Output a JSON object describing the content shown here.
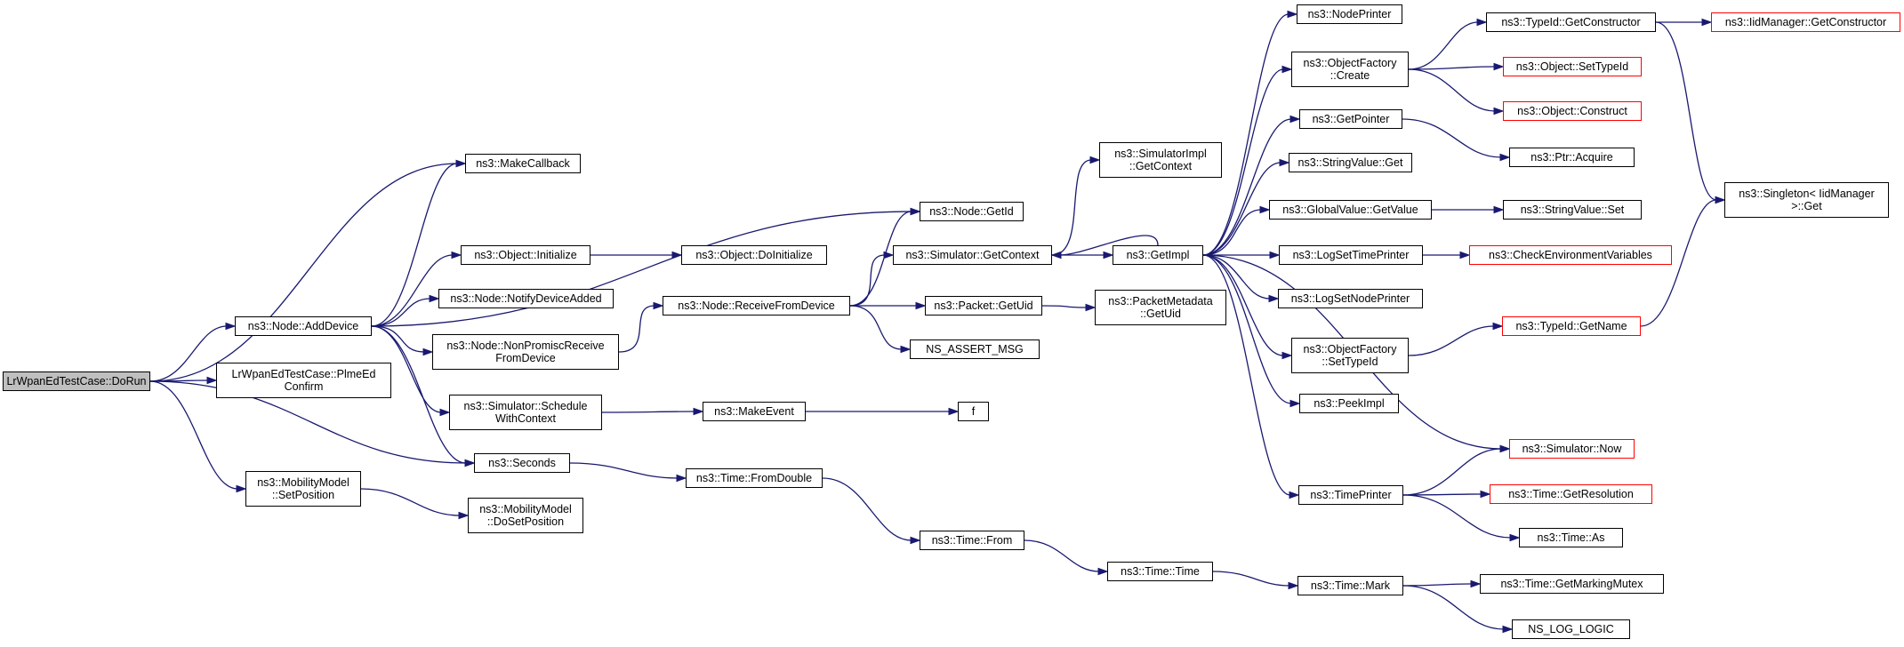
{
  "diagram": {
    "root": "LrWpanEdTestCase::DoRun",
    "nodes": [
      {
        "id": "dorun",
        "label": "LrWpanEdTestCase::DoRun",
        "root": true
      },
      {
        "id": "adddevice",
        "label": "ns3::Node::AddDevice"
      },
      {
        "id": "plmeedconfirm",
        "label": "LrWpanEdTestCase::PlmeEd\nConfirm"
      },
      {
        "id": "setposition",
        "label": "ns3::MobilityModel\n::SetPosition"
      },
      {
        "id": "makecallback",
        "label": "ns3::MakeCallback"
      },
      {
        "id": "objinitialize",
        "label": "ns3::Object::Initialize"
      },
      {
        "id": "notifydeviceadded",
        "label": "ns3::Node::NotifyDeviceAdded"
      },
      {
        "id": "nonpromisc",
        "label": "ns3::Node::NonPromiscReceive\nFromDevice"
      },
      {
        "id": "schedulewithcontext",
        "label": "ns3::Simulator::Schedule\nWithContext"
      },
      {
        "id": "seconds",
        "label": "ns3::Seconds"
      },
      {
        "id": "dosetposition",
        "label": "ns3::MobilityModel\n::DoSetPosition"
      },
      {
        "id": "doinitialize",
        "label": "ns3::Object::DoInitialize"
      },
      {
        "id": "receivefromdevice",
        "label": "ns3::Node::ReceiveFromDevice"
      },
      {
        "id": "makeevent",
        "label": "ns3::MakeEvent"
      },
      {
        "id": "fromdouble",
        "label": "ns3::Time::FromDouble"
      },
      {
        "id": "getid",
        "label": "ns3::Node::GetId"
      },
      {
        "id": "getcontext",
        "label": "ns3::Simulator::GetContext"
      },
      {
        "id": "packetgetuid",
        "label": "ns3::Packet::GetUid"
      },
      {
        "id": "nsassertmsg",
        "label": "NS_ASSERT_MSG"
      },
      {
        "id": "f",
        "label": "f"
      },
      {
        "id": "timefrom",
        "label": "ns3::Time::From"
      },
      {
        "id": "simimplgetcontext",
        "label": "ns3::SimulatorImpl\n::GetContext"
      },
      {
        "id": "pktmetagetuid",
        "label": "ns3::PacketMetadata\n::GetUid"
      },
      {
        "id": "timetime",
        "label": "ns3::Time::Time"
      },
      {
        "id": "getimpl",
        "label": "ns3::GetImpl"
      },
      {
        "id": "nodeprinter",
        "label": "ns3::NodePrinter"
      },
      {
        "id": "ofcreate",
        "label": "ns3::ObjectFactory\n::Create"
      },
      {
        "id": "getpointer",
        "label": "ns3::GetPointer"
      },
      {
        "id": "stringvalueget",
        "label": "ns3::StringValue::Get"
      },
      {
        "id": "globalvaluegetvalue",
        "label": "ns3::GlobalValue::GetValue"
      },
      {
        "id": "logsettimeprinter",
        "label": "ns3::LogSetTimePrinter"
      },
      {
        "id": "logsetnodeprinter",
        "label": "ns3::LogSetNodePrinter"
      },
      {
        "id": "ofsettypeid",
        "label": "ns3::ObjectFactory\n::SetTypeId"
      },
      {
        "id": "peekimpl",
        "label": "ns3::PeekImpl"
      },
      {
        "id": "timeprinter",
        "label": "ns3::TimePrinter"
      },
      {
        "id": "timemark",
        "label": "ns3::Time::Mark"
      },
      {
        "id": "typeidgetconstructor",
        "label": "ns3::TypeId::GetConstructor"
      },
      {
        "id": "objsettypeid",
        "label": "ns3::Object::SetTypeId",
        "red": true
      },
      {
        "id": "objconstruct",
        "label": "ns3::Object::Construct",
        "red": true
      },
      {
        "id": "ptracquire",
        "label": "ns3::Ptr::Acquire"
      },
      {
        "id": "stringvalueset",
        "label": "ns3::StringValue::Set"
      },
      {
        "id": "checkenv",
        "label": "ns3::CheckEnvironmentVariables",
        "red": true
      },
      {
        "id": "typeidgetname",
        "label": "ns3::TypeId::GetName",
        "red": true
      },
      {
        "id": "simnow",
        "label": "ns3::Simulator::Now",
        "red": true
      },
      {
        "id": "timegetresolution",
        "label": "ns3::Time::GetResolution",
        "red": true
      },
      {
        "id": "timeas",
        "label": "ns3::Time::As"
      },
      {
        "id": "timegetmarkingmutex",
        "label": "ns3::Time::GetMarkingMutex"
      },
      {
        "id": "nsloglogic",
        "label": "NS_LOG_LOGIC"
      },
      {
        "id": "iidmanagergetconstructor",
        "label": "ns3::IidManager::GetConstructor",
        "red": true
      },
      {
        "id": "singletonget",
        "label": "ns3::Singleton< IidManager\n >::Get"
      }
    ],
    "edges": [
      [
        "dorun",
        "makecallback"
      ],
      [
        "dorun",
        "adddevice"
      ],
      [
        "dorun",
        "plmeedconfirm"
      ],
      [
        "dorun",
        "setposition"
      ],
      [
        "dorun",
        "seconds"
      ],
      [
        "adddevice",
        "makecallback"
      ],
      [
        "adddevice",
        "getid"
      ],
      [
        "adddevice",
        "objinitialize"
      ],
      [
        "adddevice",
        "notifydeviceadded"
      ],
      [
        "adddevice",
        "nonpromisc"
      ],
      [
        "adddevice",
        "schedulewithcontext"
      ],
      [
        "adddevice",
        "seconds"
      ],
      [
        "setposition",
        "dosetposition"
      ],
      [
        "objinitialize",
        "doinitialize"
      ],
      [
        "nonpromisc",
        "receivefromdevice"
      ],
      [
        "schedulewithcontext",
        "makeevent"
      ],
      [
        "seconds",
        "fromdouble"
      ],
      [
        "receivefromdevice",
        "getid"
      ],
      [
        "receivefromdevice",
        "getcontext"
      ],
      [
        "receivefromdevice",
        "packetgetuid"
      ],
      [
        "receivefromdevice",
        "nsassertmsg"
      ],
      [
        "makeevent",
        "f"
      ],
      [
        "fromdouble",
        "timefrom"
      ],
      [
        "getcontext",
        "simimplgetcontext"
      ],
      [
        "getcontext",
        "getimpl"
      ],
      [
        "packetgetuid",
        "pktmetagetuid"
      ],
      [
        "timefrom",
        "timetime"
      ],
      [
        "timetime",
        "timemark"
      ],
      [
        "getimpl",
        "getcontext"
      ],
      [
        "getimpl",
        "nodeprinter"
      ],
      [
        "getimpl",
        "ofcreate"
      ],
      [
        "getimpl",
        "getpointer"
      ],
      [
        "getimpl",
        "stringvalueget"
      ],
      [
        "getimpl",
        "globalvaluegetvalue"
      ],
      [
        "getimpl",
        "logsettimeprinter"
      ],
      [
        "getimpl",
        "logsetnodeprinter"
      ],
      [
        "getimpl",
        "ofsettypeid"
      ],
      [
        "getimpl",
        "peekimpl"
      ],
      [
        "getimpl",
        "simnow"
      ],
      [
        "getimpl",
        "timeprinter"
      ],
      [
        "ofcreate",
        "typeidgetconstructor"
      ],
      [
        "ofcreate",
        "objsettypeid"
      ],
      [
        "ofcreate",
        "objconstruct"
      ],
      [
        "getpointer",
        "ptracquire"
      ],
      [
        "globalvaluegetvalue",
        "stringvalueset"
      ],
      [
        "logsettimeprinter",
        "checkenv"
      ],
      [
        "ofsettypeid",
        "typeidgetname"
      ],
      [
        "timeprinter",
        "simnow"
      ],
      [
        "timeprinter",
        "timegetresolution"
      ],
      [
        "timeprinter",
        "timeas"
      ],
      [
        "timemark",
        "timegetmarkingmutex"
      ],
      [
        "timemark",
        "nsloglogic"
      ],
      [
        "typeidgetconstructor",
        "iidmanagergetconstructor"
      ],
      [
        "typeidgetconstructor",
        "singletonget"
      ],
      [
        "typeidgetname",
        "singletonget"
      ]
    ],
    "colors": {
      "edge": "#191970",
      "node_border": "#000000",
      "node_border_missing": "#ff0000",
      "root_fill": "#bfbfbf"
    }
  }
}
